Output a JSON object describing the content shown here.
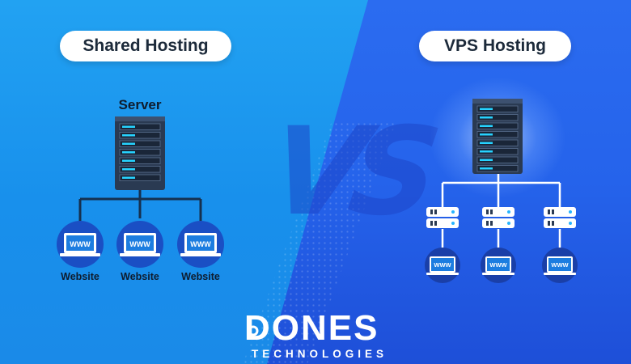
{
  "left_panel": {
    "title": "Shared Hosting",
    "server_label": "Server",
    "sites": [
      {
        "label": "Website",
        "screen_text": "WWW"
      },
      {
        "label": "Website",
        "screen_text": "WWW"
      },
      {
        "label": "Website",
        "screen_text": "WWW"
      }
    ]
  },
  "right_panel": {
    "title": "VPS Hosting",
    "sites": [
      {
        "screen_text": "WWW"
      },
      {
        "screen_text": "WWW"
      },
      {
        "screen_text": "WWW"
      }
    ]
  },
  "versus_text": "VS",
  "brand": {
    "name": "DONES",
    "tagline": "TECHNOLOGIES"
  },
  "colors": {
    "left_bg": "#1e96ee",
    "right_bg": "#2563eb",
    "server_body": "#2a3a52",
    "server_led": "#27d3ff",
    "circle": "#1a4fc4",
    "laptop_screen": "#1c7de0"
  }
}
